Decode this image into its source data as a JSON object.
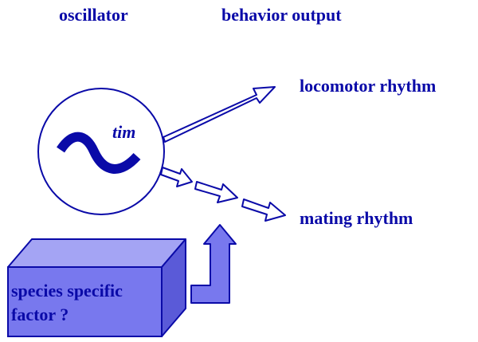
{
  "headings": {
    "oscillator": "oscillator",
    "behavior_output": "behavior output"
  },
  "oscillator": {
    "gene_label": "tim",
    "icon": "sine-wave-icon"
  },
  "outputs": {
    "locomotor": "locomotor rhythm",
    "mating": "mating rhythm"
  },
  "factor": {
    "line1": "species specific",
    "line2": "factor ?"
  },
  "colors": {
    "text": "#0a0aa8",
    "wave": "#0a0aa8",
    "outline": "#0a0aa8",
    "box_front": "#7878ee",
    "box_top": "#a4a4f4",
    "box_side": "#5a5ad8",
    "arrow_fill": "#ffffff",
    "up_arrow_fill": "#7878ee"
  }
}
